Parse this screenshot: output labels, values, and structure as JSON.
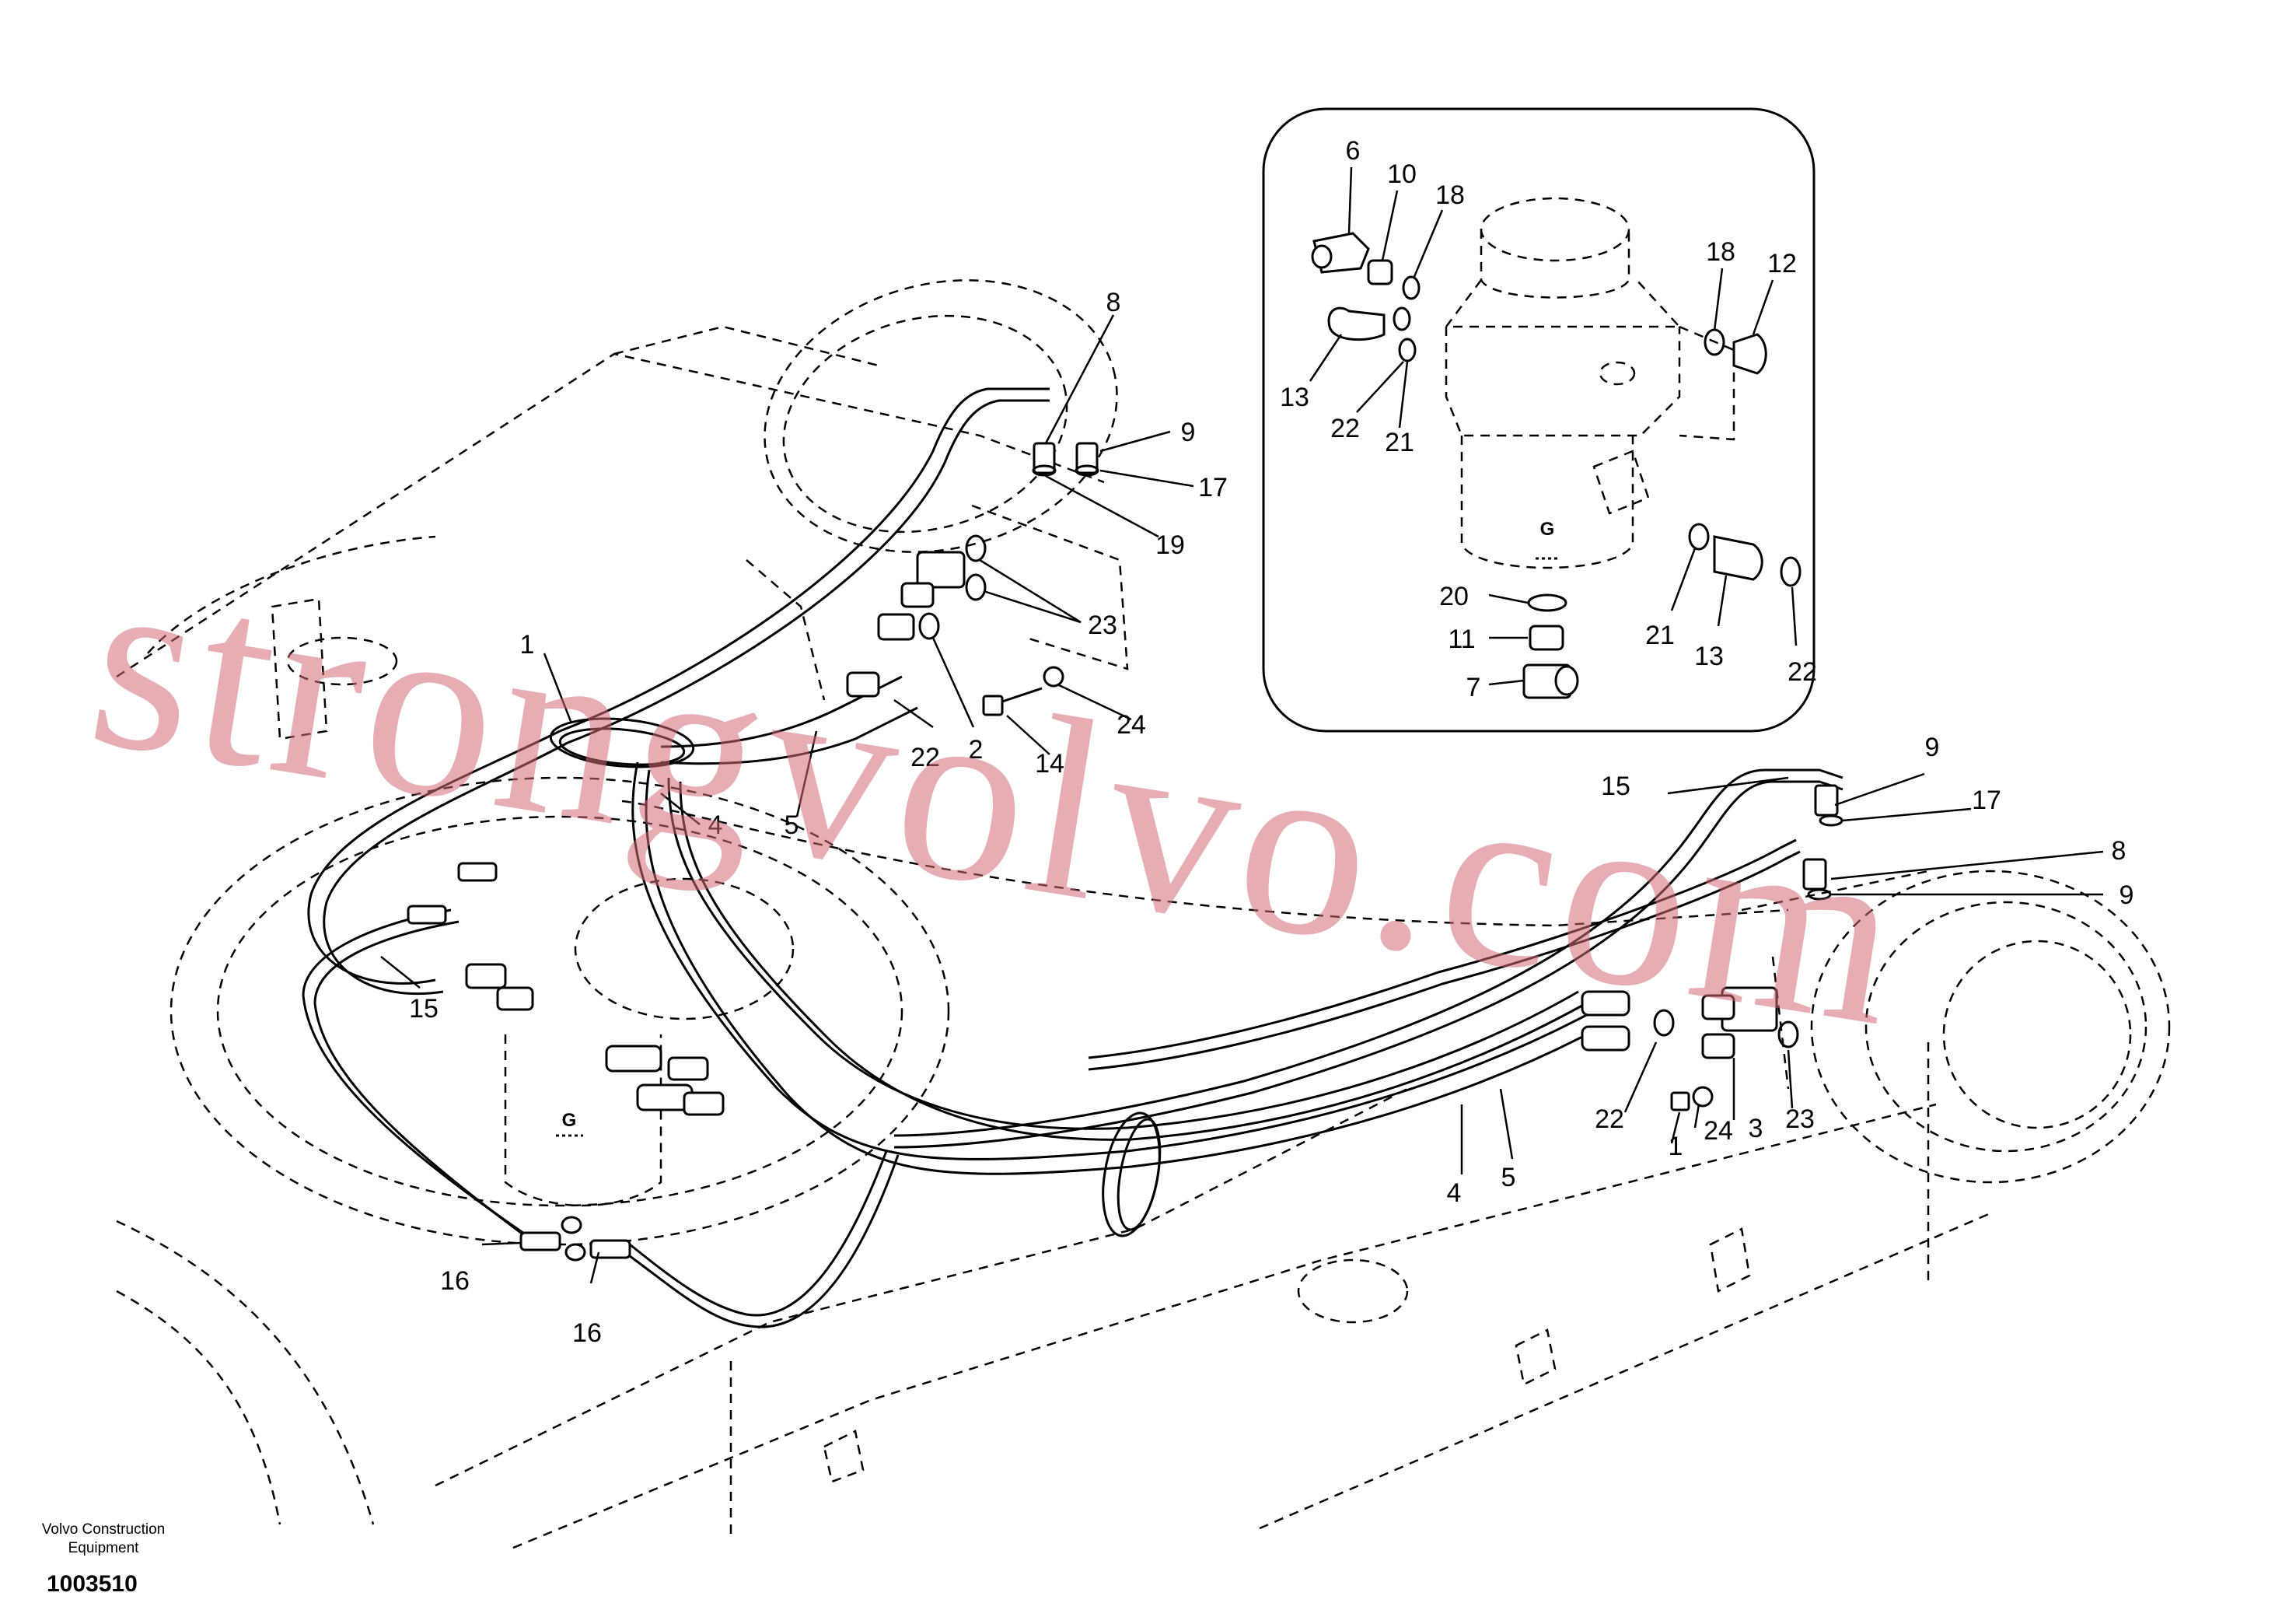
{
  "watermark": "strongvolvo.com",
  "footer": {
    "brand_line1": "Volvo Construction",
    "brand_line2": "Equipment",
    "doc_number": "1003510"
  },
  "callouts": {
    "c_1": "1",
    "c_2": "2",
    "c_4a": "4",
    "c_5a": "5",
    "c_8a": "8",
    "c_9a": "9",
    "c_14": "14",
    "c_15a": "15",
    "c_16a": "16",
    "c_16b": "16",
    "c_17a": "17",
    "c_19": "19",
    "c_22a": "22",
    "c_23a": "23",
    "c_24a": "24",
    "c_15b": "15",
    "c_9b": "9",
    "c_17b": "17",
    "c_8b": "8",
    "c_9c": "9",
    "c_4b": "4",
    "c_5b": "5",
    "c_22b": "22",
    "c_1b": "1",
    "c_24b": "24",
    "c_3": "3",
    "c_23b": "23",
    "d_6": "6",
    "d_10": "10",
    "d_18a": "18",
    "d_18b": "18",
    "d_12": "12",
    "d_13a": "13",
    "d_22a": "22",
    "d_21a": "21",
    "d_20": "20",
    "d_11": "11",
    "d_7": "7",
    "d_21b": "21",
    "d_13b": "13",
    "d_22b": "22",
    "g_mark_main": "G",
    "g_mark_detail": "G"
  }
}
